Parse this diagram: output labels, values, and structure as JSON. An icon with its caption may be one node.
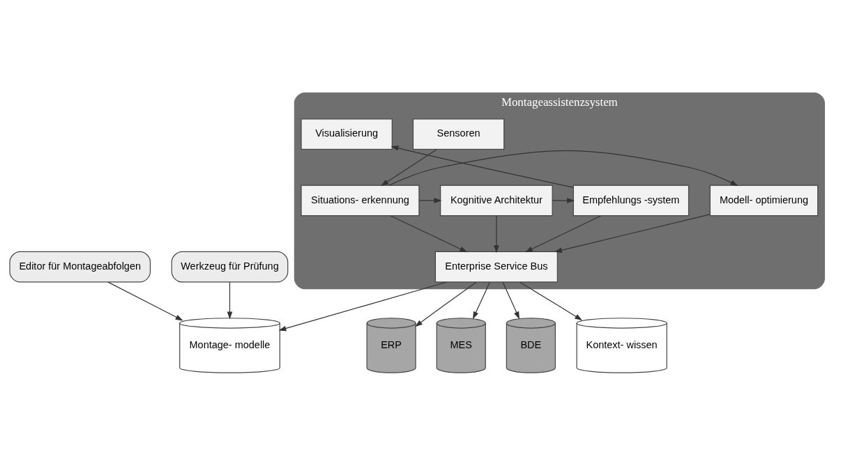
{
  "diagram": {
    "nodes": [
      {
        "text": [
          "Editor für Montageabfolgen"
        ]
      },
      {
        "text": [
          "Werkzeug für Prüfung"
        ]
      },
      {
        "text": [
          "Montageassistenzsystem"
        ]
      },
      {
        "text": [
          "Sensoren"
        ],
        "in": 2
      },
      {
        "text": [
          "Visualisierung"
        ],
        "in": 2
      },
      {
        "text": [
          "Modell- optimierung"
        ],
        "in": 2
      },
      {
        "text": [
          "Situations- erkennung"
        ],
        "in": 2
      },
      {
        "text": [
          "Kognitive Architektur"
        ],
        "in": 2
      },
      {
        "text": [
          "Empfehlungs -system"
        ],
        "in": 2
      },
      {
        "text": [
          "Enterprise Service Bus"
        ],
        "in": 2
      },
      {
        "text": [
          "Montage- modelle"
        ]
      },
      {
        "text": [
          "ERP"
        ]
      },
      {
        "text": [
          "MES"
        ]
      },
      {
        "text": [
          "BDE"
        ]
      },
      {
        "text": [
          "Kontext- wissen"
        ]
      }
    ],
    "edges": [
      {
        "from": 0,
        "to": 10,
        "arrow": "to"
      },
      {
        "from": 1,
        "to": 10,
        "arrow": "to"
      },
      {
        "from": 3,
        "to": 6,
        "arrow": "to"
      },
      {
        "from": 6,
        "to": 5,
        "arrow": "to"
      },
      {
        "from": 6,
        "to": 7,
        "arrow": "to"
      },
      {
        "from": 7,
        "to": 8,
        "arrow": "to"
      },
      {
        "from": 8,
        "to": 4,
        "arrow": "to"
      },
      {
        "from": 5,
        "to": 9,
        "arrow": "to"
      },
      {
        "from": 6,
        "to": 9,
        "arrow": "to"
      },
      {
        "from": 7,
        "to": 9,
        "arrow": "to"
      },
      {
        "from": 8,
        "to": 9,
        "arrow": "to"
      },
      {
        "from": 9,
        "to": 10,
        "arrow": "to"
      },
      {
        "from": 9,
        "to": 11,
        "arrow": "to"
      },
      {
        "from": 9,
        "to": 12,
        "arrow": "to"
      },
      {
        "from": 9,
        "to": 13,
        "arrow": "to"
      },
      {
        "from": 9,
        "to": 14,
        "arrow": "to"
      }
    ]
  }
}
